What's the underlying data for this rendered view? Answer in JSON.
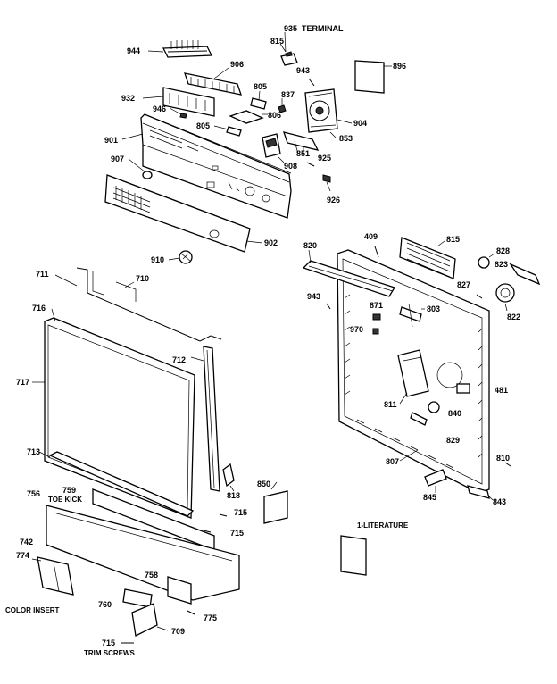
{
  "callouts": {
    "c935": "935",
    "terminal_word": "TERMINAL",
    "c944": "944",
    "c815_top": "815",
    "c906": "906",
    "c943_top": "943",
    "c896": "896",
    "c932": "932",
    "c805_a": "805",
    "c837": "837",
    "c946": "946",
    "c806": "806",
    "c904": "904",
    "c805_b": "805",
    "c901": "901",
    "c853": "853",
    "c908": "908",
    "c851": "851",
    "c907": "907",
    "c925": "925",
    "c926": "926",
    "c409": "409",
    "c815_r": "815",
    "c828": "828",
    "c902": "902",
    "c820": "820",
    "c823": "823",
    "c910": "910",
    "c711": "711",
    "c710": "710",
    "c827": "827",
    "c943_r": "943",
    "c871": "871",
    "c803": "803",
    "c822": "822",
    "c716": "716",
    "c970": "970",
    "c712": "712",
    "c717": "717",
    "c481": "481",
    "c811": "811",
    "c840": "840",
    "c829": "829",
    "c713": "713",
    "c807": "807",
    "c810": "810",
    "c850": "850",
    "c756": "756",
    "c818": "818",
    "c759": "759",
    "toe_kick": "TOE KICK",
    "c715_a": "715",
    "c845": "845",
    "c843": "843",
    "c715_b": "715",
    "literature": "1-LITERATURE",
    "c742": "742",
    "c774": "774",
    "c758": "758",
    "color_insert": "COLOR INSERT",
    "c760": "760",
    "c775": "775",
    "c709": "709",
    "c715_c": "715",
    "trim_screws": "TRIM SCREWS"
  }
}
